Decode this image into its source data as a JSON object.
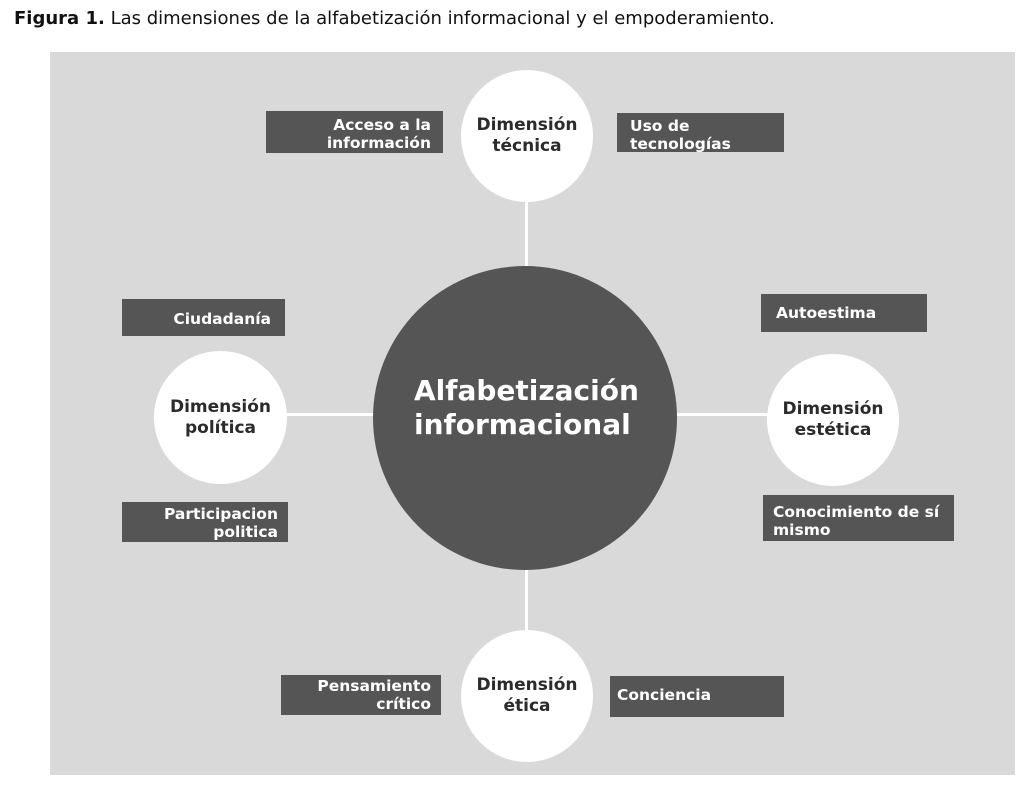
{
  "caption": {
    "label": "Figura 1.",
    "text": "Las dimensiones de la alfabetización informacional y el empoderamiento."
  },
  "diagram": {
    "center": "Alfabetización\ninformacional",
    "dimensions": {
      "tecnica": "Dimensión\ntécnica",
      "politica": "Dimensión\npolítica",
      "estetica": "Dimensión\nestética",
      "etica": "Dimensión\nética"
    },
    "boxes": {
      "acceso": "Acceso a la\ninformación",
      "uso": "Uso de\ntecnologías",
      "ciudadania": "Ciudadanía",
      "participacion": "Participacion\npolitica",
      "autoestima": "Autoestima",
      "conocimiento": "Conocimiento de sí\nmismo",
      "pensamiento": "Pensamiento\ncrítico",
      "conciencia": "Conciencia"
    },
    "colors": {
      "background": "#d9d9d9",
      "dark": "#555555",
      "white": "#ffffff"
    }
  }
}
